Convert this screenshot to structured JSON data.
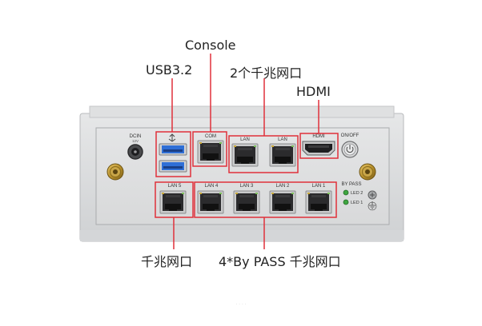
{
  "callouts": {
    "console": "Console",
    "usb": "USB3.2",
    "lan_top": "2个千兆网口",
    "hdmi": "HDMI",
    "lan_bottom_left": "千兆网口",
    "lan_bottom_right": "4*By PASS 千兆网口"
  },
  "panel": {
    "dcin_label": "DCIN",
    "dcin_sub": "12V",
    "com_label": "COM",
    "lan_top_labels": [
      "LAN",
      "LAN"
    ],
    "hdmi_label": "HDMI",
    "power_label": "ON/OFF",
    "bottom_lan_labels": [
      "LAN 5",
      "LAN 4",
      "LAN 3",
      "LAN 2",
      "LAN 1"
    ],
    "bypass_label": "BY PASS",
    "led_labels": [
      "LED 2",
      "LED 1"
    ]
  },
  "colors": {
    "highlight": "#e0303a",
    "usb_blue": "#2f6fd6",
    "led_green": "#3ea640"
  }
}
